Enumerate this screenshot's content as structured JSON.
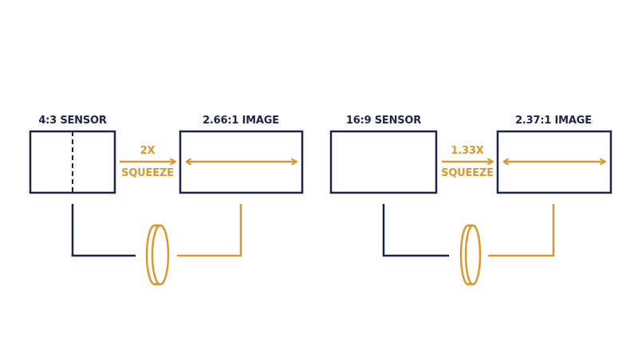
{
  "colors": {
    "navy": "#1b2447",
    "gold": "#d9972f",
    "background": "#ffffff"
  },
  "left": {
    "sensor_label": "4:3 SENSOR",
    "image_label": "2.66:1 IMAGE",
    "squeeze_factor": "2X",
    "squeeze_word": "SQUEEZE"
  },
  "right": {
    "sensor_label": "16:9 SENSOR",
    "image_label": "2.37:1 IMAGE",
    "squeeze_factor": "1.33X",
    "squeeze_word": "SQUEEZE"
  }
}
